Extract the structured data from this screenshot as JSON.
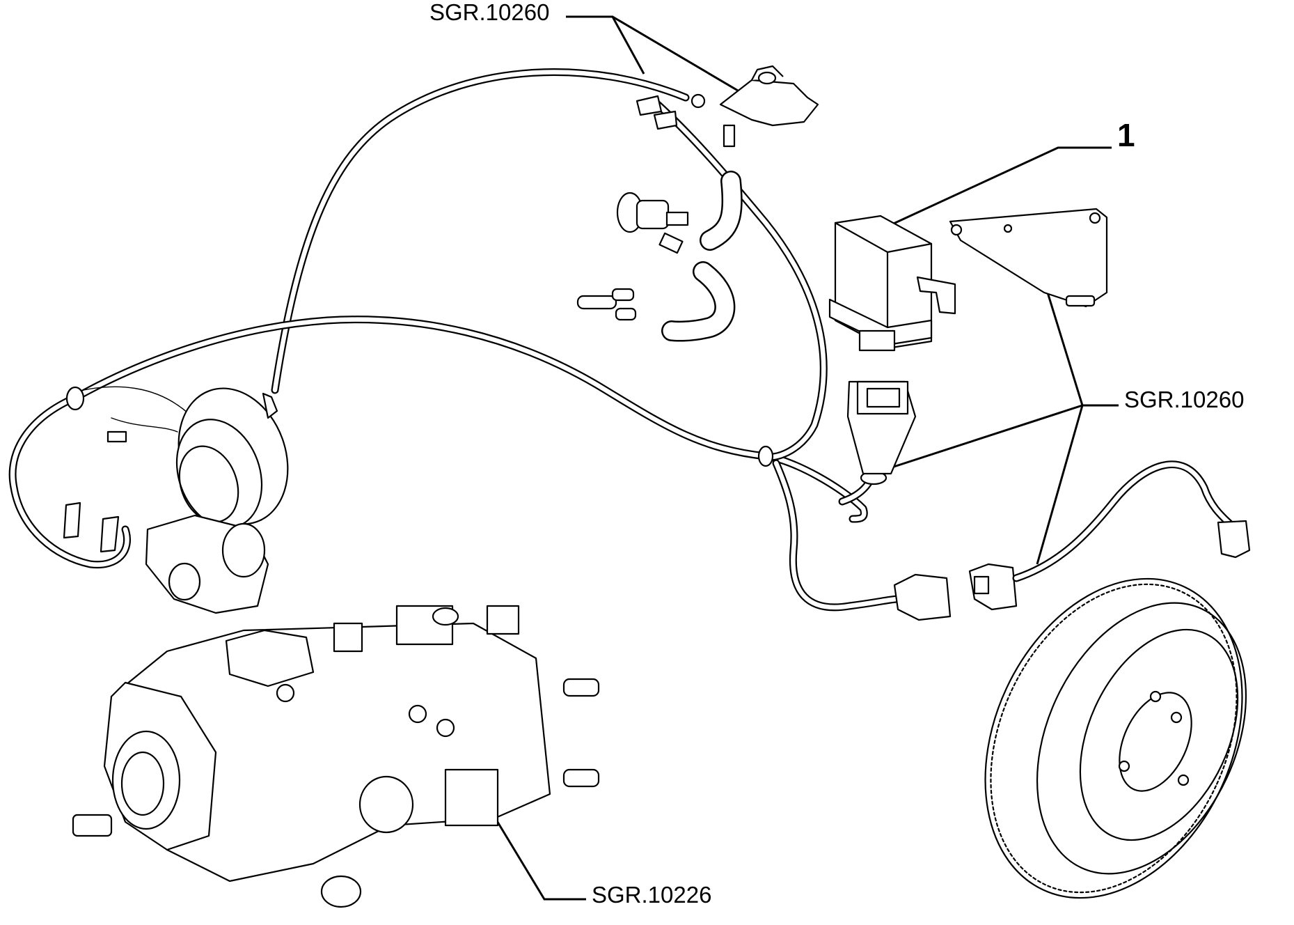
{
  "callouts": {
    "top_ref": "SGR.10260",
    "right_ref": "SGR.10260",
    "bottom_ref": "SGR.10226",
    "part_number": "1"
  }
}
